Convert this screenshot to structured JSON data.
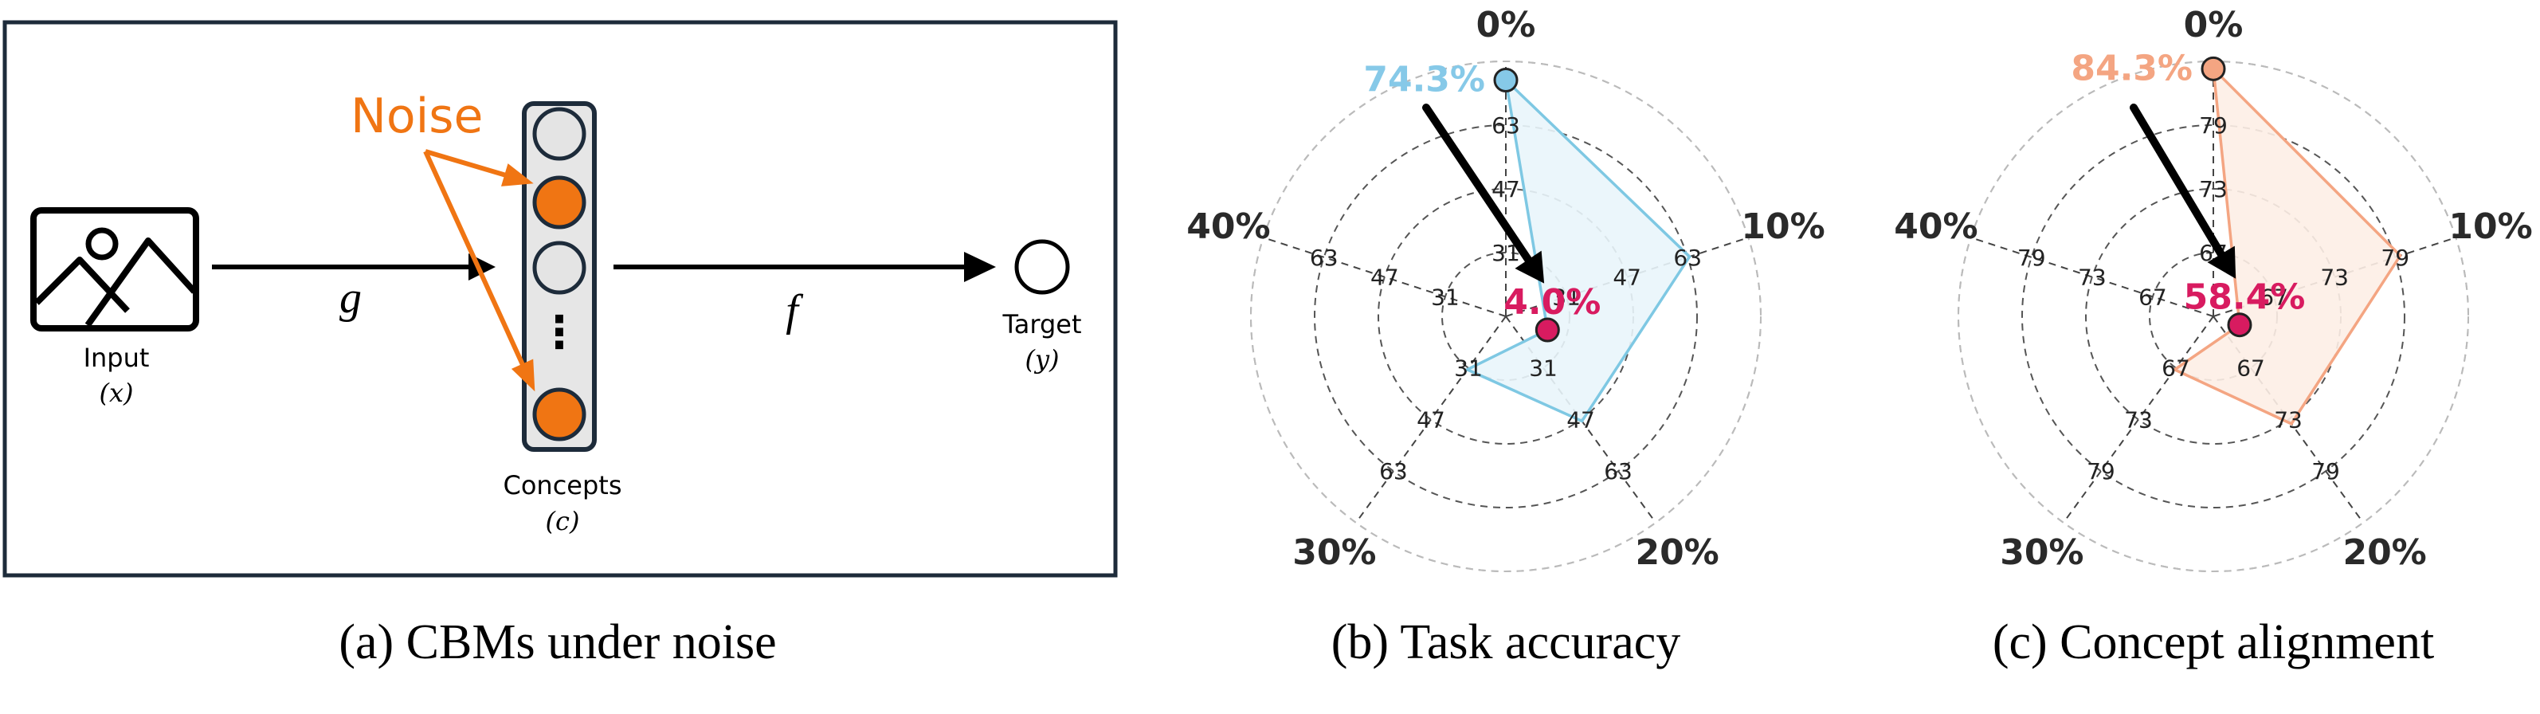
{
  "panel_a": {
    "caption": "(a) CBMs under noise",
    "input_label": "Input",
    "input_var": "(x)",
    "concepts_label": "Concepts",
    "concepts_var": "(c)",
    "target_label": "Target",
    "target_var": "(y)",
    "g_label": "g",
    "f_label": "f",
    "noise_label": "Noise",
    "dots": "⋮",
    "concept_states": [
      "clean",
      "noisy",
      "clean",
      "noisy"
    ],
    "colors": {
      "noise": "#f07513",
      "clean_fill": "#e4e4e4",
      "column_fill": "#e6e6e6",
      "border": "#1d2b3a"
    }
  },
  "chart_data": [
    {
      "type": "radar",
      "caption": "(b) Task accuracy",
      "categories": [
        "0%",
        "10%",
        "20%",
        "30%",
        "40%"
      ],
      "rmin": 15,
      "rmax": 79,
      "ring_values": [
        31,
        47,
        63
      ],
      "ring_labels": [
        "31",
        "47",
        "63"
      ],
      "values": [
        74.3,
        63.5,
        47.5,
        31.5,
        4.0
      ],
      "start_label": "74.3%",
      "end_label": "4.0%",
      "color": "#7ec8e3",
      "fill": "#e9f5fb",
      "start_color": "#86c9e8",
      "end_color": "#d81b60"
    },
    {
      "type": "radar",
      "caption": "(c) Concept alignment",
      "categories": [
        "0%",
        "10%",
        "20%",
        "30%",
        "40%"
      ],
      "rmin": 61,
      "rmax": 85,
      "ring_values": [
        67,
        73,
        79
      ],
      "ring_labels": [
        "67",
        "73",
        "79"
      ],
      "values": [
        84.3,
        79.5,
        73.5,
        67.2,
        58.4
      ],
      "start_label": "84.3%",
      "end_label": "58.4%",
      "color": "#f4a582",
      "fill": "#fdeee6",
      "start_color": "#f4a582",
      "end_color": "#d81b60"
    }
  ]
}
